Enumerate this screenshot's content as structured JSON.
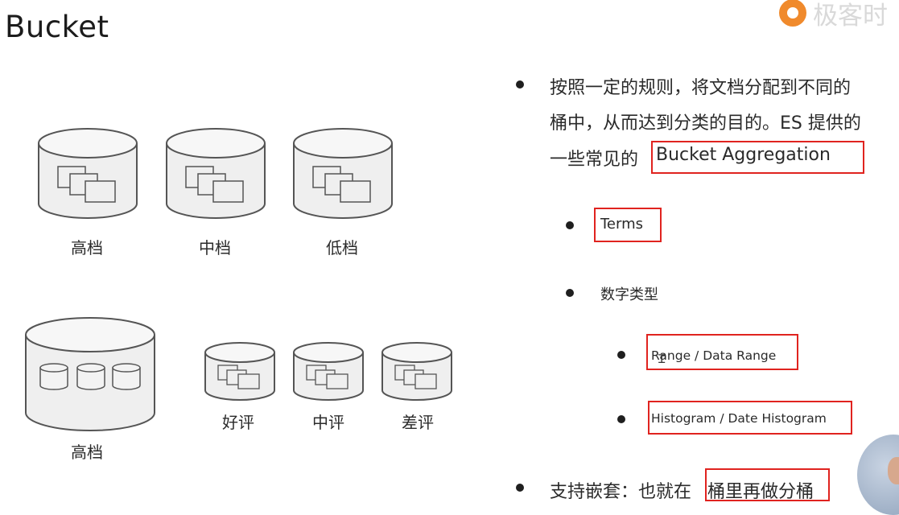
{
  "slide": {
    "title": "Bucket",
    "brand_text": "极客时",
    "accent": "#e0231f",
    "logo_color": "#f08a2c"
  },
  "left": {
    "top_row": [
      {
        "label": "高档"
      },
      {
        "label": "中档"
      },
      {
        "label": "低档"
      }
    ],
    "big_bucket_label": "高档",
    "sub_buckets": [
      {
        "label": "好评"
      },
      {
        "label": "中评"
      },
      {
        "label": "差评"
      }
    ]
  },
  "right": {
    "intro_lines": [
      "按照一定的规则，将文档分配到不同的",
      "桶中，从而达到分类的目的。ES 提供的",
      "一些常见的 "
    ],
    "intro_highlight": "Bucket Aggregation",
    "terms": "Terms",
    "numeric_types": "数字类型",
    "range": "Range / Data Range",
    "histogram": "Histogram / Date Histogram",
    "nested_prefix": "支持嵌套：也就在",
    "nested_highlight": "桶里再做分桶"
  }
}
